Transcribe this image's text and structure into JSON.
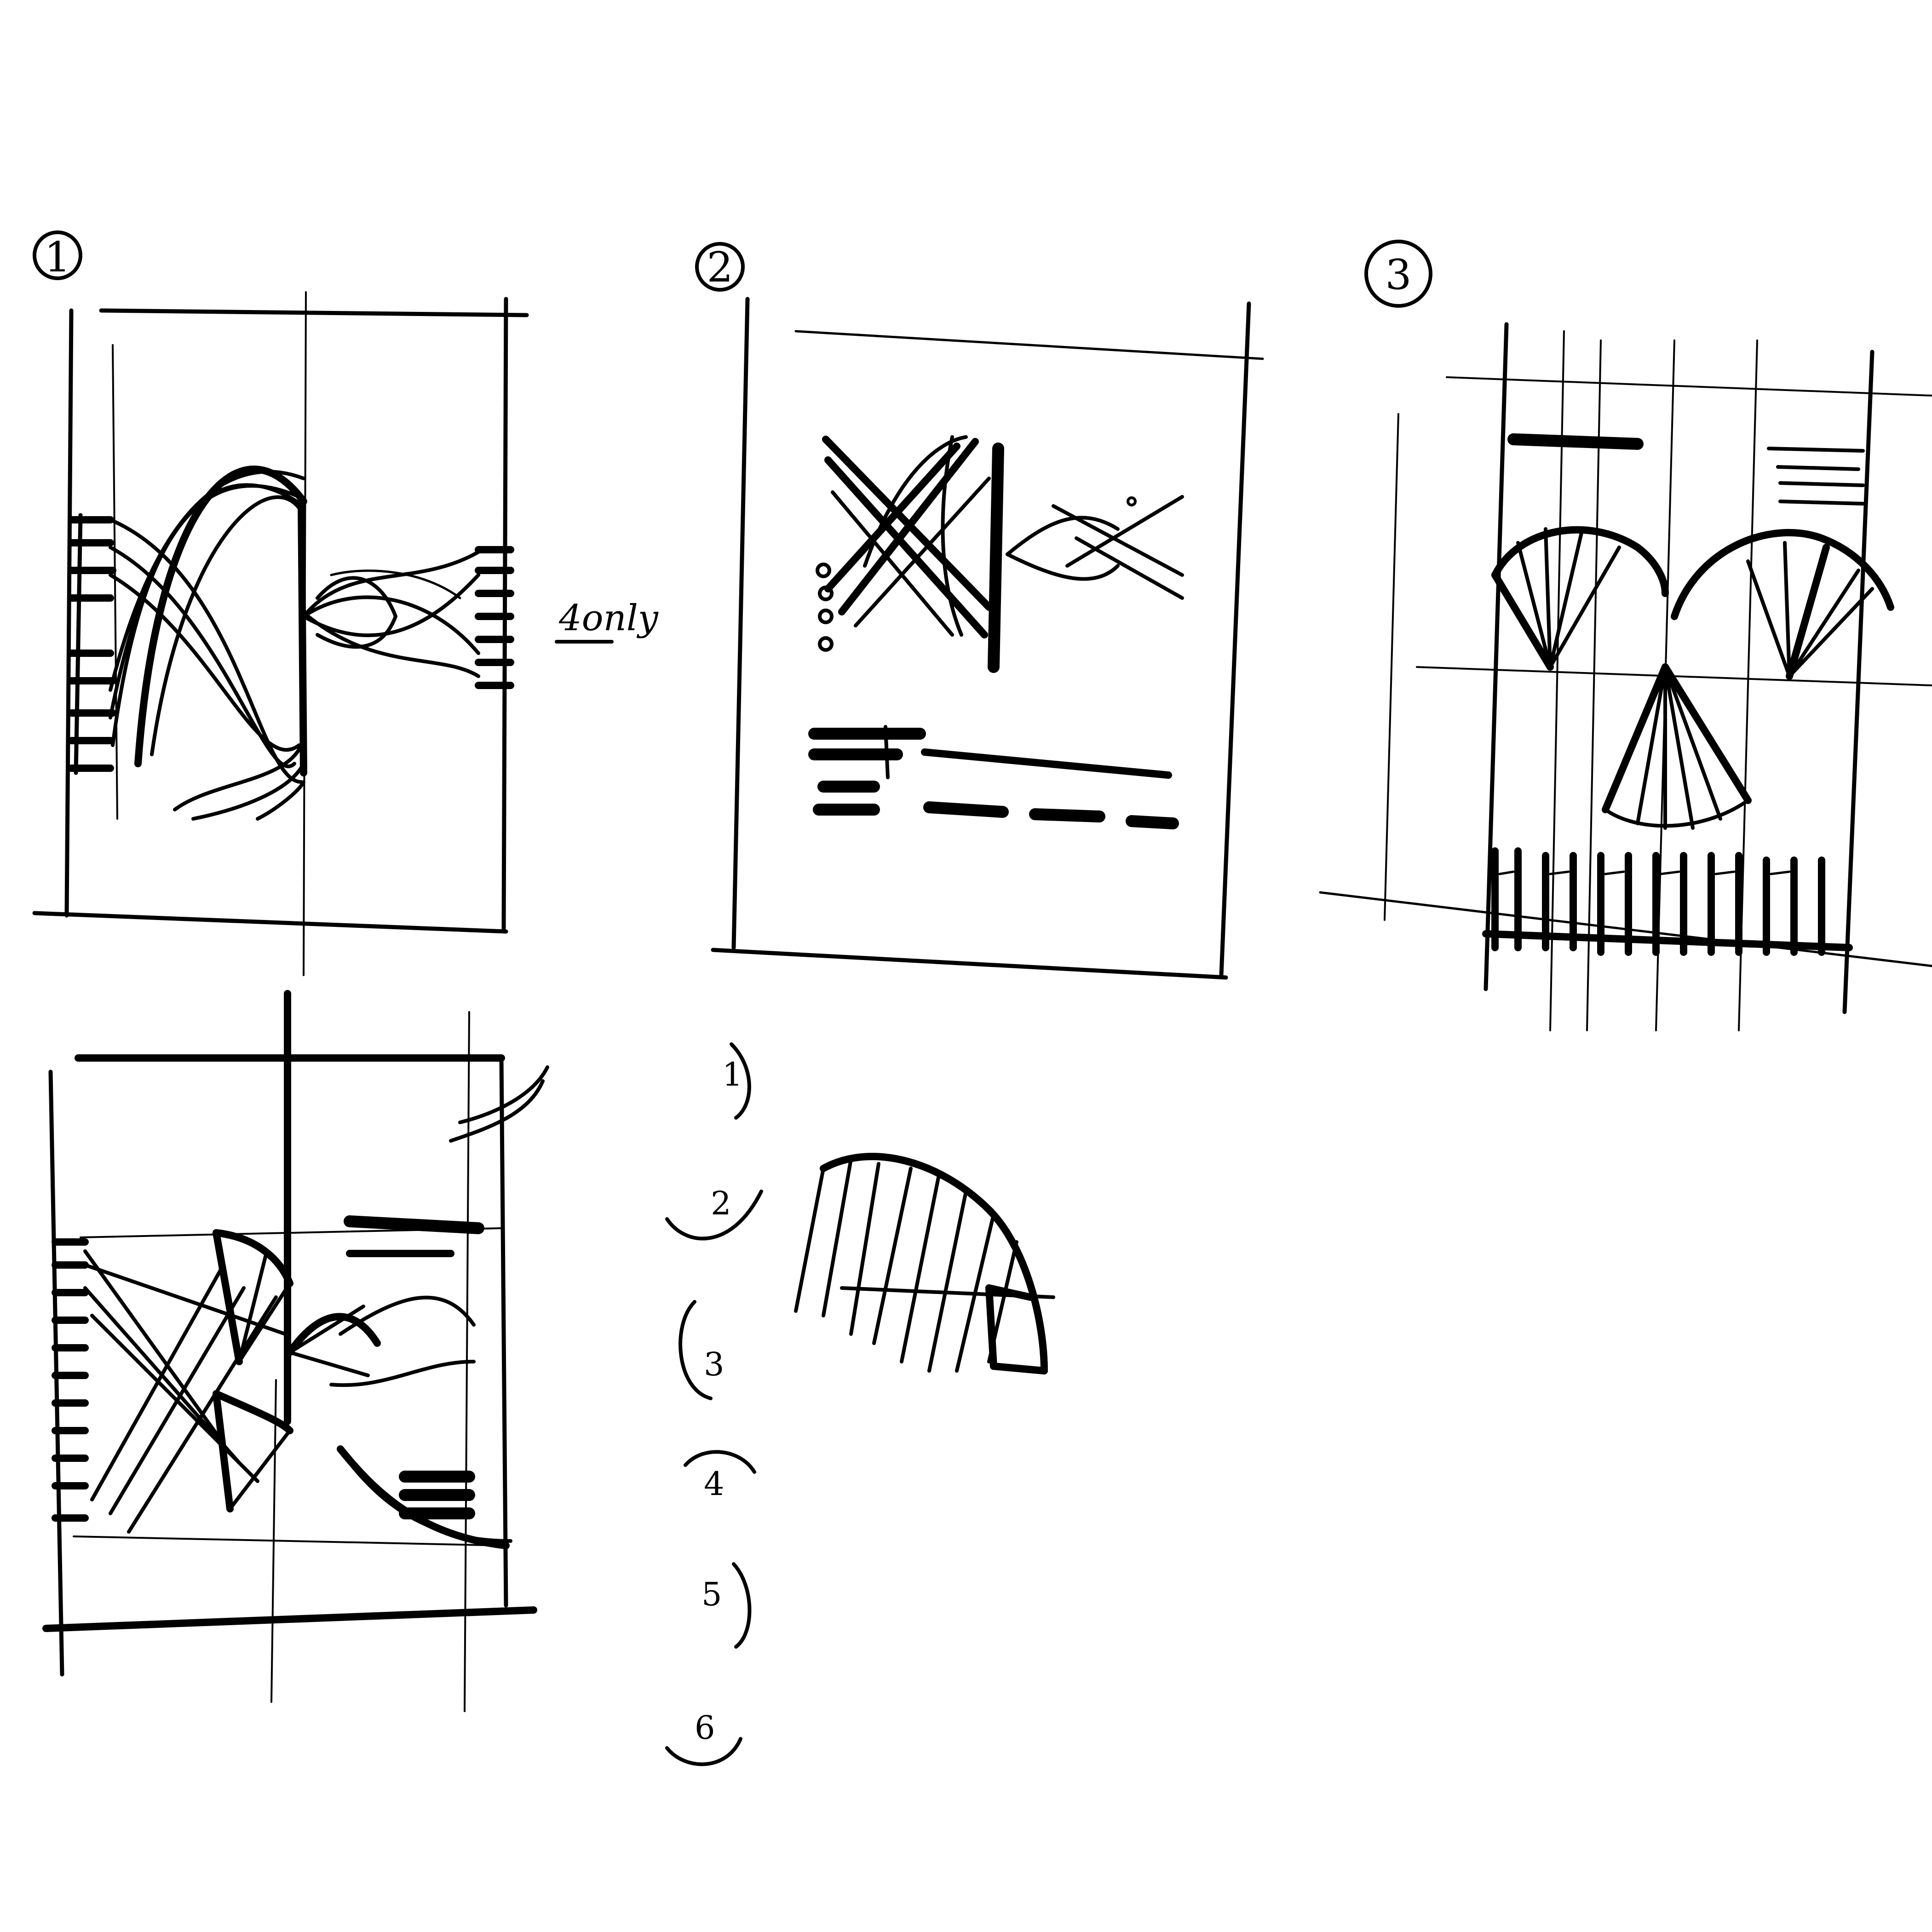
{
  "sketches": [
    {
      "number_label": "1",
      "note_text": "4only"
    },
    {
      "number_label": "2"
    },
    {
      "number_label": "3"
    },
    {
      "number_label": ""
    }
  ],
  "numbered_list": [
    "1",
    "2",
    "3",
    "4",
    "5",
    "6"
  ],
  "colors": {
    "ink": "#000000",
    "paper": "#ffffff"
  }
}
